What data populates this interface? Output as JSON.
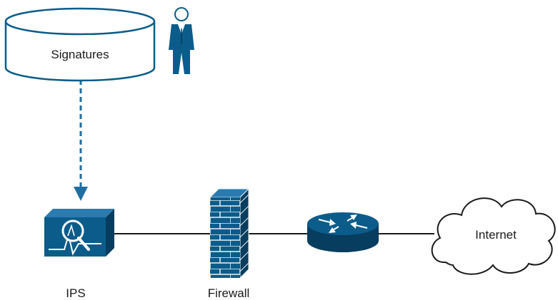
{
  "labels": {
    "signatures": "Signatures",
    "ips": "IPS",
    "firewall": "Firewall",
    "internet": "Internet"
  },
  "icons": {
    "database": "database-cylinder-icon",
    "user": "person-icon",
    "ips": "ips-sensor-icon",
    "firewall": "firewall-brick-wall-icon",
    "router": "router-icon",
    "cloud": "cloud-icon"
  },
  "colors": {
    "device_blue": "#0b5c8a",
    "device_dark": "#073d5e",
    "link_line": "#1a1a1a",
    "dashed_arrow": "#1f6fa3"
  }
}
